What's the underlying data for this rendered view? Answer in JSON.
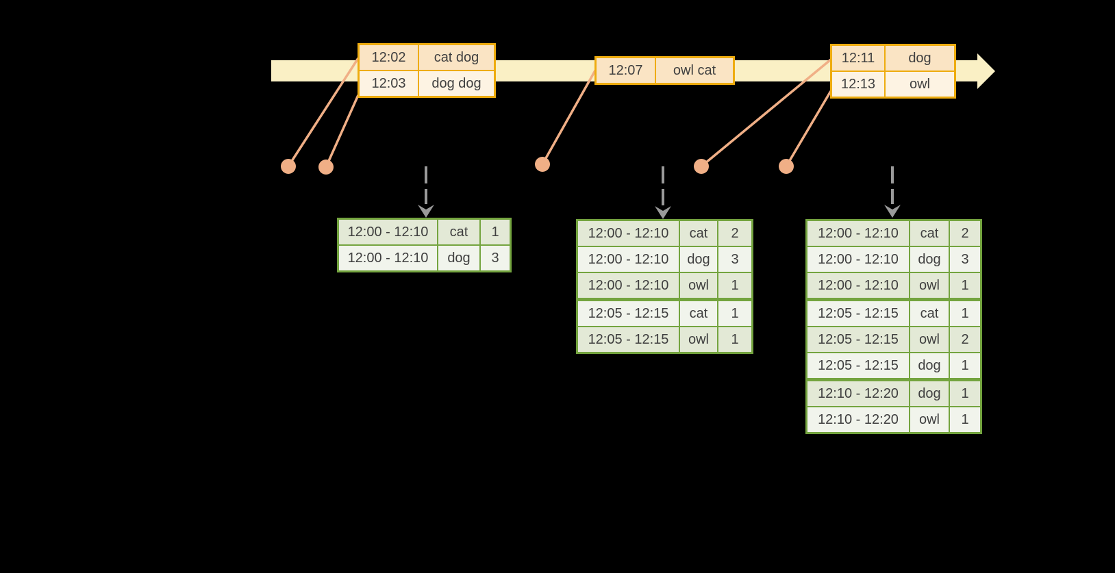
{
  "colors": {
    "background": "#000000",
    "timeline_fill": "#FAF0C5",
    "event_table_border": "#EEAC0F",
    "event_row_dark": "#FAE4C4",
    "event_row_light": "#FDF3E3",
    "connector_salmon": "#F0AF86",
    "result_table_border": "#74A43F",
    "result_row_dark": "#E3E9D6",
    "result_row_light": "#F1F4EC",
    "trigger_arrow_gray": "#9A9A9A",
    "text": "#3F3F3F"
  },
  "event_tables": [
    {
      "rows": [
        {
          "time": "12:02",
          "words": "cat dog"
        },
        {
          "time": "12:03",
          "words": "dog dog"
        }
      ]
    },
    {
      "rows": [
        {
          "time": "12:07",
          "words": "owl cat"
        }
      ]
    },
    {
      "rows": [
        {
          "time": "12:11",
          "words": "dog"
        },
        {
          "time": "12:13",
          "words": "owl"
        }
      ]
    }
  ],
  "result_tables": [
    {
      "rows": [
        {
          "window": "12:00 - 12:10",
          "word": "cat",
          "count": "1"
        },
        {
          "window": "12:00 - 12:10",
          "word": "dog",
          "count": "3"
        }
      ]
    },
    {
      "rows": [
        {
          "window": "12:00 - 12:10",
          "word": "cat",
          "count": "2"
        },
        {
          "window": "12:00 - 12:10",
          "word": "dog",
          "count": "3"
        },
        {
          "window": "12:00 - 12:10",
          "word": "owl",
          "count": "1"
        },
        {
          "window": "12:05 - 12:15",
          "word": "cat",
          "count": "1"
        },
        {
          "window": "12:05 - 12:15",
          "word": "owl",
          "count": "1"
        }
      ]
    },
    {
      "rows": [
        {
          "window": "12:00 - 12:10",
          "word": "cat",
          "count": "2"
        },
        {
          "window": "12:00 - 12:10",
          "word": "dog",
          "count": "3"
        },
        {
          "window": "12:00 - 12:10",
          "word": "owl",
          "count": "1"
        },
        {
          "window": "12:05 - 12:15",
          "word": "cat",
          "count": "1"
        },
        {
          "window": "12:05 - 12:15",
          "word": "owl",
          "count": "2"
        },
        {
          "window": "12:05 - 12:15",
          "word": "dog",
          "count": "1"
        },
        {
          "window": "12:10 - 12:20",
          "word": "dog",
          "count": "1"
        },
        {
          "window": "12:10 - 12:20",
          "word": "owl",
          "count": "1"
        }
      ]
    }
  ]
}
